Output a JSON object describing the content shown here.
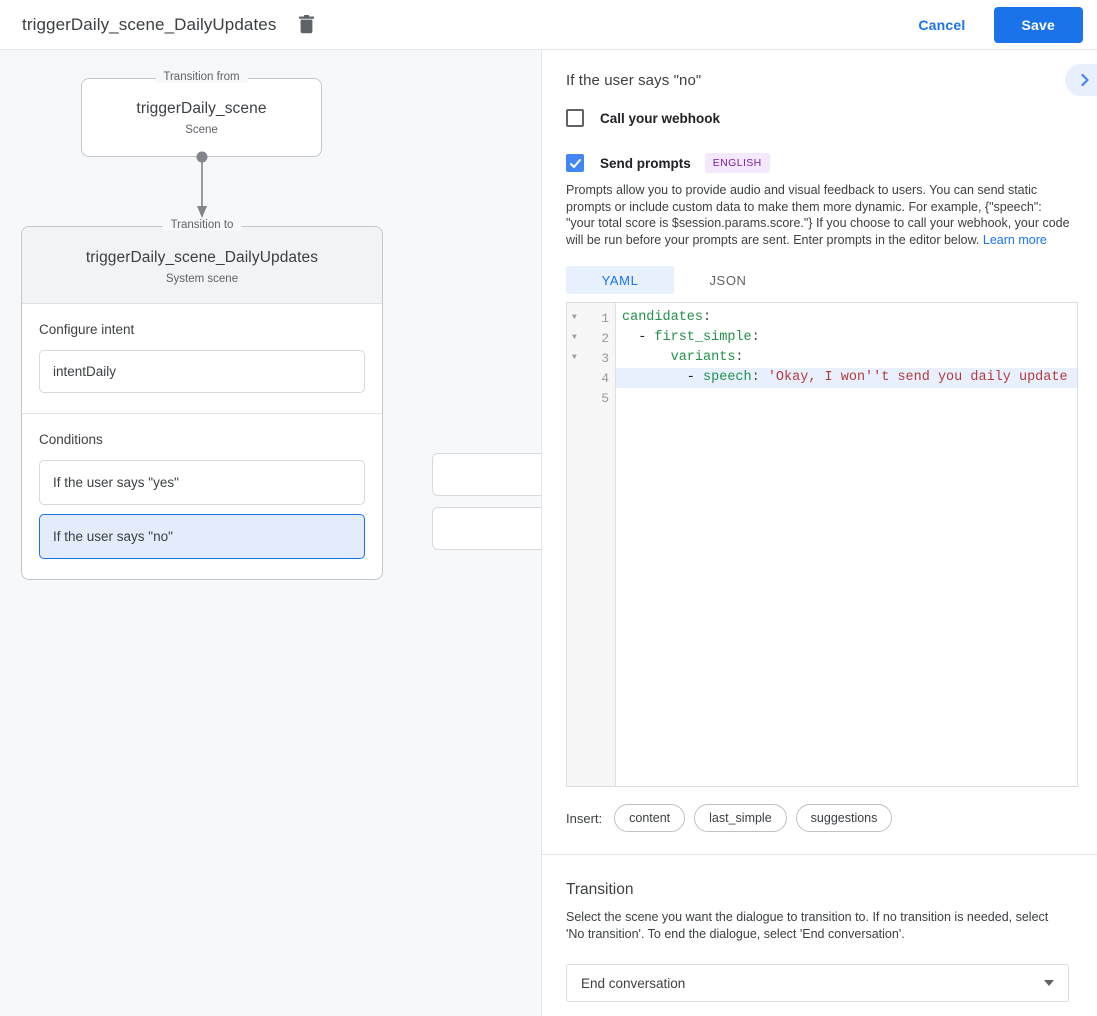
{
  "topbar": {
    "title": "triggerDaily_scene_DailyUpdates",
    "delete_icon": "trash-icon",
    "cancel_label": "Cancel",
    "save_label": "Save",
    "accent_color": "#1a73e8"
  },
  "canvas": {
    "from": {
      "legend": "Transition from",
      "name": "triggerDaily_scene",
      "type": "Scene"
    },
    "to": {
      "legend": "Transition to",
      "name": "triggerDaily_scene_DailyUpdates",
      "type": "System scene"
    },
    "intent": {
      "section_label": "Configure intent",
      "value": "intentDaily"
    },
    "conditions": {
      "section_label": "Conditions",
      "items": [
        {
          "label": "If the user says \"yes\"",
          "selected": false
        },
        {
          "label": "If the user says \"no\"",
          "selected": true
        }
      ]
    },
    "selected_color": "#e3ecfb"
  },
  "panel": {
    "title": "If the user says \"no\"",
    "collapse_icon": "chevron-right-icon",
    "webhook": {
      "label": "Call your webhook",
      "checked": false
    },
    "prompts": {
      "label": "Send prompts",
      "checked": true,
      "badge": "ENGLISH",
      "badge_color": "#7b1fa2",
      "description": "Prompts allow you to provide audio and visual feedback to users. You can send static prompts or include custom data to make them more dynamic. For example, {\"speech\": \"your total score is $session.params.score.\"} If you choose to call your webhook, your code will be run before your prompts are sent. Enter prompts in the editor below. ",
      "learn_more": "Learn more"
    },
    "editor": {
      "tabs": [
        {
          "label": "YAML",
          "active": true
        },
        {
          "label": "JSON",
          "active": false
        }
      ],
      "line_numbers": [
        "1",
        "2",
        "3",
        "4",
        "5"
      ],
      "folds": [
        true,
        true,
        true,
        false,
        false
      ],
      "active_line": 4,
      "lines": [
        {
          "indent": "",
          "key": "candidates",
          "colon": ":",
          "value": ""
        },
        {
          "indent": "  - ",
          "key": "first_simple",
          "colon": ":",
          "value": ""
        },
        {
          "indent": "      ",
          "key": "variants",
          "colon": ":",
          "value": ""
        },
        {
          "indent": "        - ",
          "key": "speech",
          "colon": ": ",
          "value": "'Okay, I won''t send you daily update"
        },
        {
          "indent": "",
          "key": "",
          "colon": "",
          "value": ""
        }
      ]
    },
    "insert": {
      "label": "Insert:",
      "chips": [
        "content",
        "last_simple",
        "suggestions"
      ]
    },
    "transition": {
      "title": "Transition",
      "description": "Select the scene you want the dialogue to transition to. If no transition is needed, select 'No transition'. To end the dialogue, select 'End conversation'.",
      "selected_value": "End conversation"
    }
  }
}
